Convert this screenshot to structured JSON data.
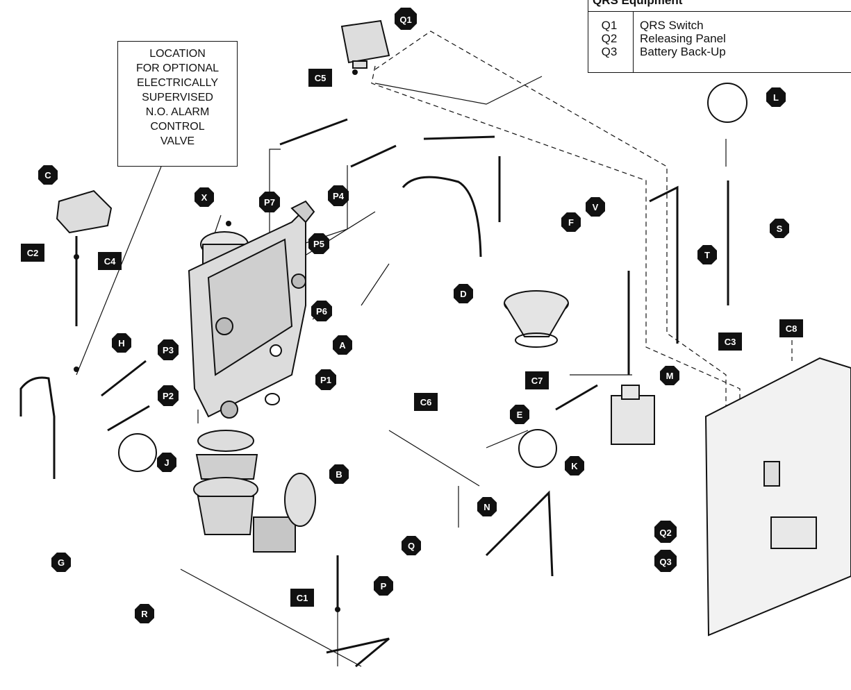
{
  "legend": {
    "title": "QRS Equipment",
    "rows": [
      {
        "code": "Q1",
        "label": "QRS Switch"
      },
      {
        "code": "Q2",
        "label": "Releasing Panel"
      },
      {
        "code": "Q3",
        "label": "Battery Back-Up"
      }
    ]
  },
  "note": {
    "lines": [
      "LOCATION",
      "FOR OPTIONAL",
      "ELECTRICALLY",
      "SUPERVISED",
      "N.O. ALARM",
      "CONTROL",
      "VALVE"
    ]
  },
  "callouts": {
    "q1": "Q1",
    "q2": "Q2",
    "q3": "Q3",
    "c": "C",
    "c1": "C1",
    "c2": "C2",
    "c3": "C3",
    "c4": "C4",
    "c5": "C5",
    "c6": "C6",
    "c7": "C7",
    "c8": "C8",
    "x": "X",
    "p1": "P1",
    "p2": "P2",
    "p3": "P3",
    "p4": "P4",
    "p5": "P5",
    "p6": "P6",
    "p7": "P7",
    "p": "P",
    "a": "A",
    "b": "B",
    "d": "D",
    "e": "E",
    "f": "F",
    "g": "G",
    "h": "H",
    "j": "J",
    "k": "K",
    "l": "L",
    "m": "M",
    "n": "N",
    "q": "Q",
    "r": "R",
    "s": "S",
    "t": "T",
    "v": "V"
  }
}
